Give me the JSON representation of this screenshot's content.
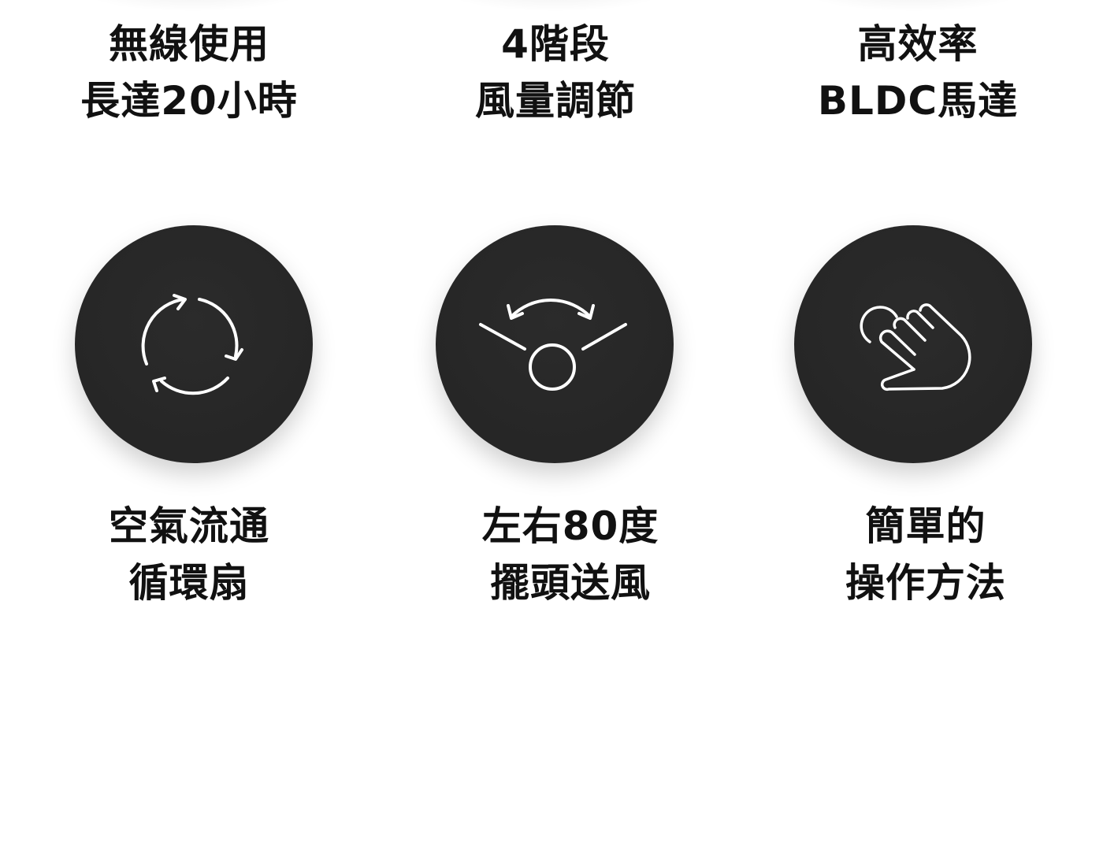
{
  "features_top": [
    {
      "line1": "無線使用",
      "line2": "長達20小時"
    },
    {
      "line1": "4階段",
      "line2": "風量調節"
    },
    {
      "line1": "高效率",
      "line2": "BLDC馬達"
    }
  ],
  "features_bottom": [
    {
      "icon": "circulation-arrows-icon",
      "line1": "空氣流通",
      "line2": "循環扇"
    },
    {
      "icon": "oscillation-swing-icon",
      "line1": "左右80度",
      "line2": "擺頭送風"
    },
    {
      "icon": "touch-hand-icon",
      "line1": "簡單的",
      "line2": "操作方法"
    }
  ],
  "colors": {
    "circle_bg": "#262626",
    "icon_stroke": "#ffffff",
    "text": "#111111",
    "background": "#ffffff"
  }
}
